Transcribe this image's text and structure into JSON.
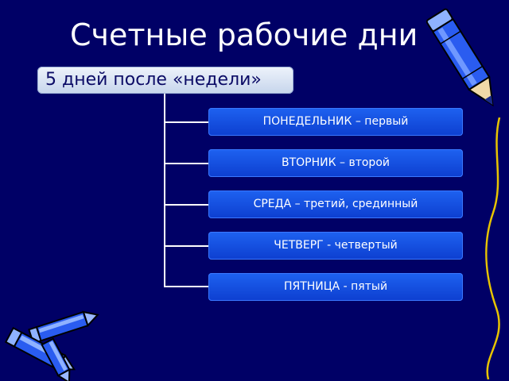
{
  "title": "Счетные рабочие дни",
  "root": {
    "label": "5 дней после «недели»"
  },
  "days": [
    {
      "label": "ПОНЕДЕЛЬНИК – первый"
    },
    {
      "label": "ВТОРНИК – второй"
    },
    {
      "label": "СРЕДА – третий, срединный"
    },
    {
      "label": "ЧЕТВЕРГ - четвертый"
    },
    {
      "label": "ПЯТНИЦА - пятый"
    }
  ],
  "colors": {
    "background": "#000066",
    "day_box": "#1e62f0",
    "root_box": "#dfe8f6",
    "crayon_body": "#2a5cf0",
    "crayon_light": "#8fb2ff"
  },
  "decorations": [
    "pencil-icon",
    "crayons-icon",
    "yellow-string-icon"
  ]
}
